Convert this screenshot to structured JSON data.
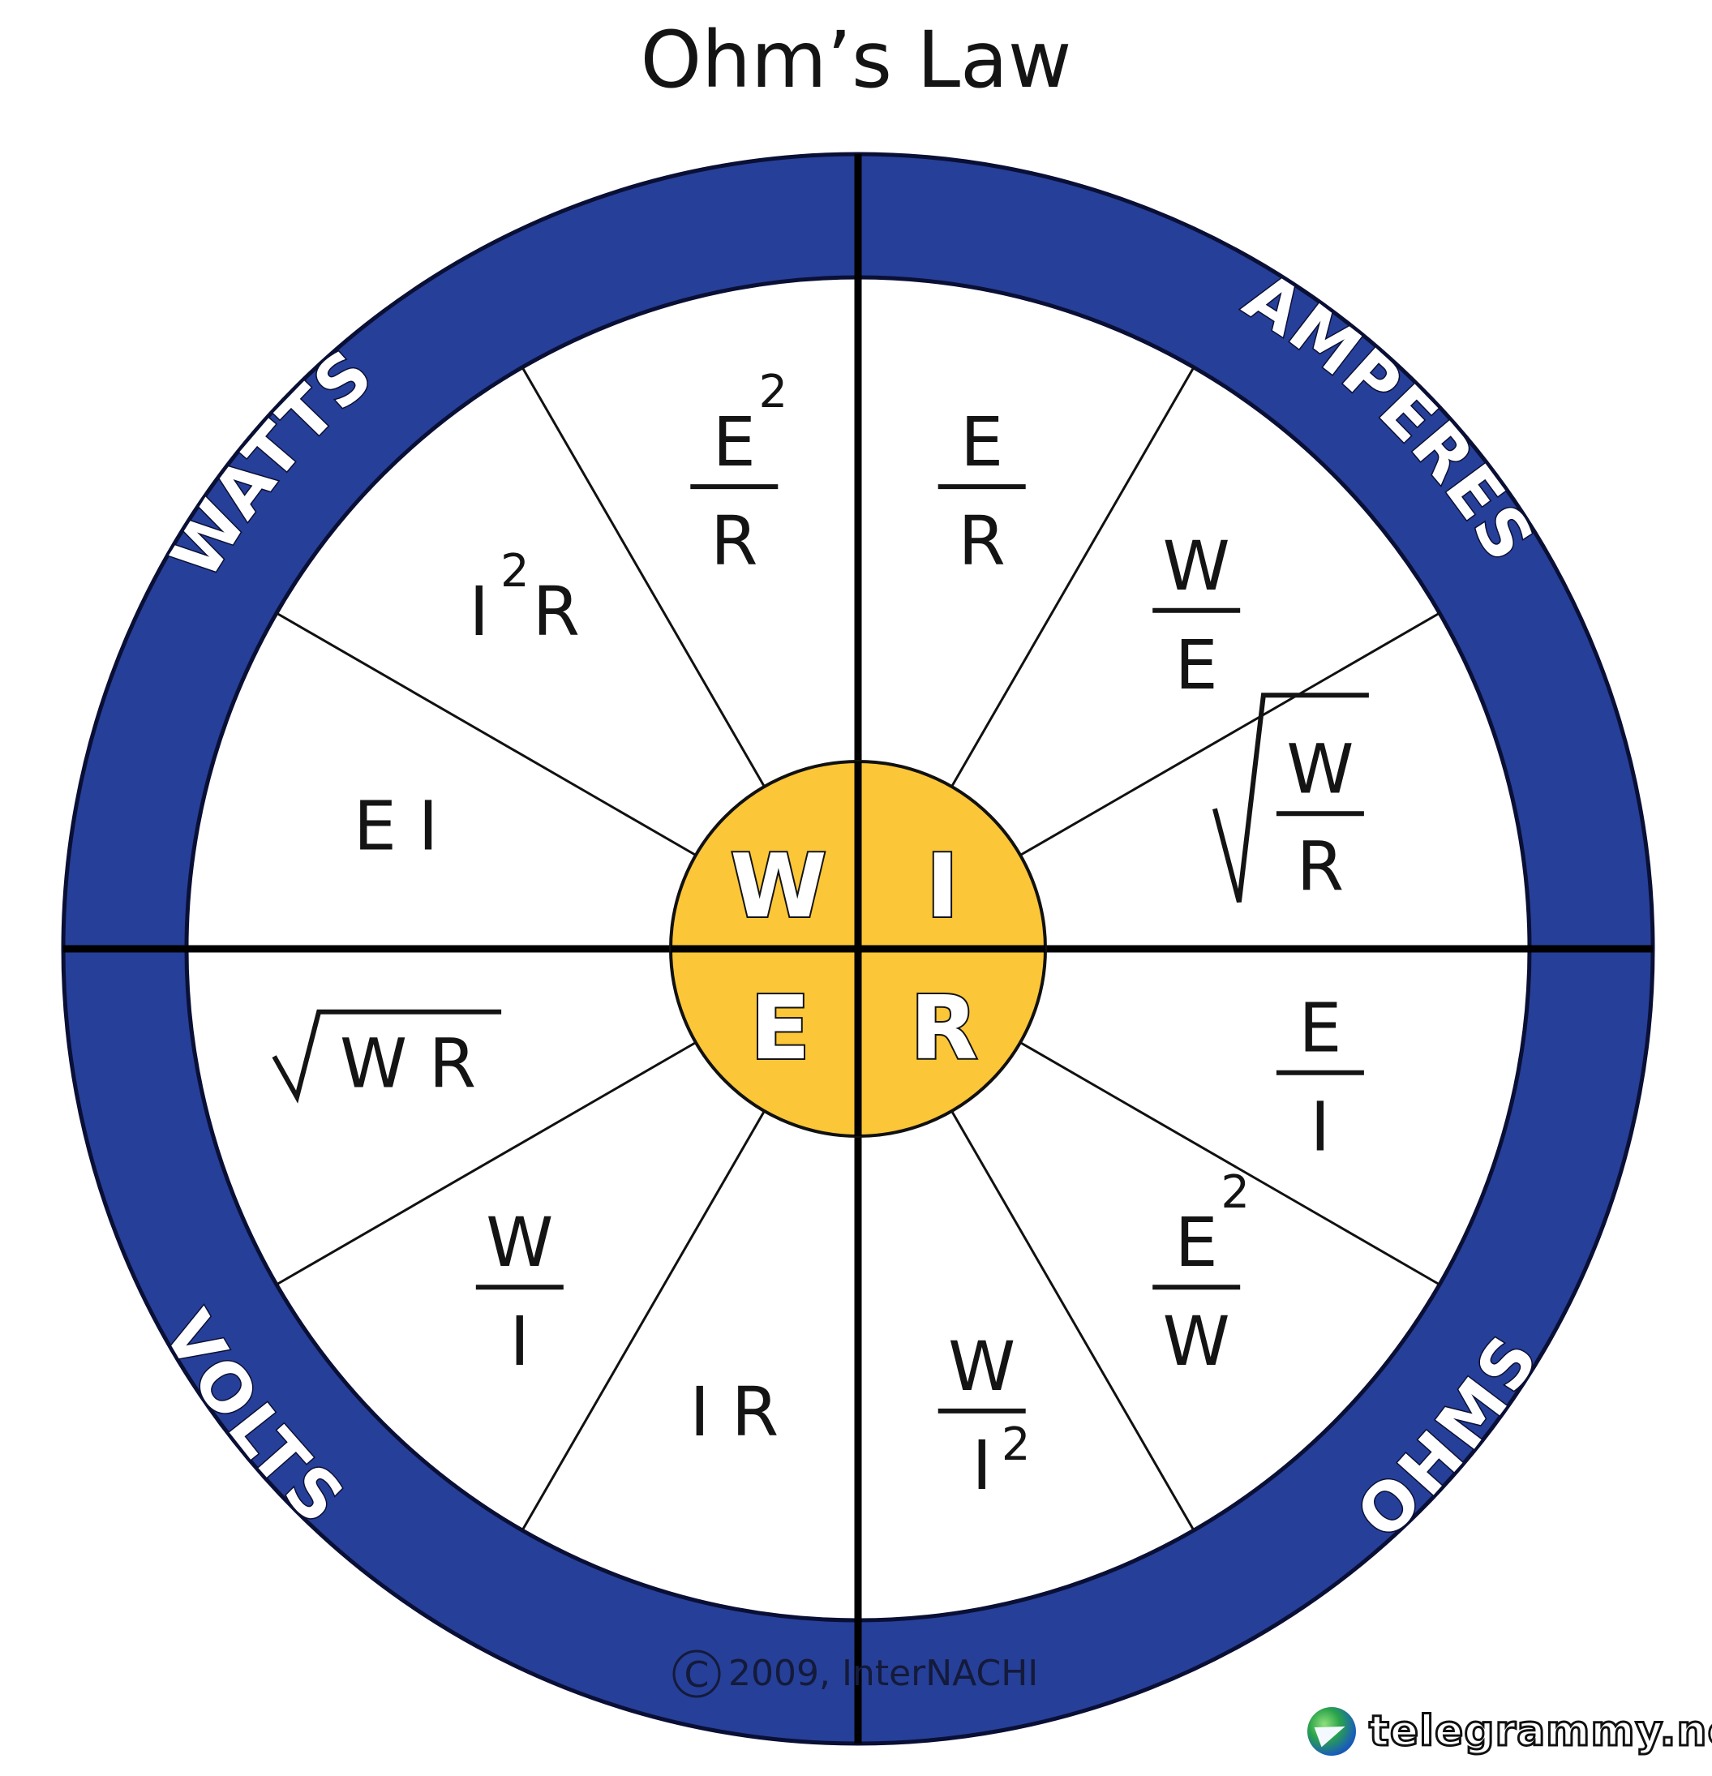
{
  "title": "Ohm’s Law",
  "colors": {
    "ring": "#263f98",
    "center": "#fbc638",
    "ink": "#141414",
    "background": "#ffffff"
  },
  "center_letters": {
    "watts": "W",
    "amperes": "I",
    "volts": "E",
    "ohms": "R"
  },
  "ring_labels": {
    "watts": "WATTS",
    "amperes": "AMPERES",
    "volts": "VOLTS",
    "ohms": "OHMS"
  },
  "formulas": {
    "watts": [
      {
        "type": "fraction",
        "num": "E",
        "num_sup": "2",
        "den": "R"
      },
      {
        "type": "inline",
        "text": "I",
        "sup": "2",
        "after": "R"
      },
      {
        "type": "inline",
        "text": "E I"
      }
    ],
    "amperes": [
      {
        "type": "fraction",
        "num": "E",
        "den": "R"
      },
      {
        "type": "fraction",
        "num": "W",
        "den": "E"
      },
      {
        "type": "sqrt_fraction",
        "num": "W",
        "den": "R"
      }
    ],
    "ohms": [
      {
        "type": "fraction",
        "num": "E",
        "den": "I"
      },
      {
        "type": "fraction",
        "num": "E",
        "num_sup": "2",
        "den": "W"
      },
      {
        "type": "fraction",
        "num": "W",
        "den": "I",
        "den_sup": "2"
      }
    ],
    "volts": [
      {
        "type": "inline",
        "text": "I R"
      },
      {
        "type": "fraction",
        "num": "W",
        "den": "I"
      },
      {
        "type": "sqrt",
        "text": "W R"
      }
    ]
  },
  "copyright": "2009, InterNACHI",
  "copyright_symbol": "C",
  "watermark": {
    "text": "telegrammy.net",
    "icon": "globe-paper-plane-icon"
  }
}
